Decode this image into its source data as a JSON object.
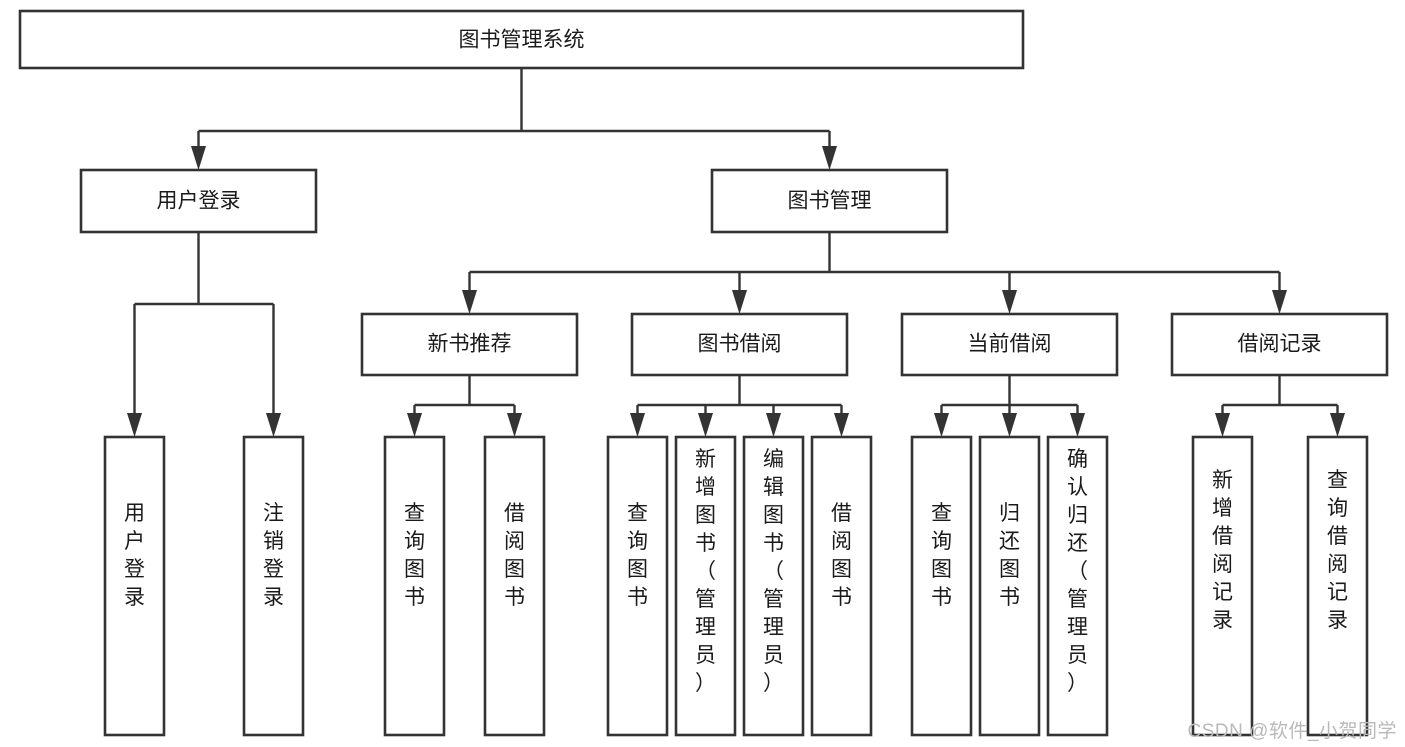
{
  "diagram": {
    "title": "图书管理系统",
    "type": "hierarchy-tree",
    "watermark": "CSDN @软件_小贺同学",
    "colors": {
      "box_stroke": "#333333",
      "box_fill": "#ffffff",
      "text": "#1a1a1a",
      "watermark": "#b9b9b9"
    },
    "levels": {
      "level1": [
        {
          "id": "root",
          "label": "图书管理系统"
        }
      ],
      "level2": [
        {
          "id": "user-login",
          "label": "用户登录",
          "parent": "root"
        },
        {
          "id": "book-management",
          "label": "图书管理",
          "parent": "root"
        }
      ],
      "level3": [
        {
          "id": "new-book-recommend",
          "label": "新书推荐",
          "parent": "book-management"
        },
        {
          "id": "book-borrow",
          "label": "图书借阅",
          "parent": "book-management"
        },
        {
          "id": "current-borrow",
          "label": "当前借阅",
          "parent": "book-management"
        },
        {
          "id": "borrow-record",
          "label": "借阅记录",
          "parent": "book-management"
        }
      ],
      "leaves": [
        {
          "id": "leaf-user-login",
          "label": "用户登录",
          "parent": "user-login"
        },
        {
          "id": "leaf-logout",
          "label": "注销登录",
          "parent": "user-login"
        },
        {
          "id": "leaf-query-book-1",
          "label": "查询图书",
          "parent": "new-book-recommend"
        },
        {
          "id": "leaf-borrow-book-1",
          "label": "借阅图书",
          "parent": "new-book-recommend"
        },
        {
          "id": "leaf-query-book-2",
          "label": "查询图书",
          "parent": "book-borrow"
        },
        {
          "id": "leaf-add-book",
          "label": "新增图书（管理员）",
          "parent": "book-borrow"
        },
        {
          "id": "leaf-edit-book",
          "label": "编辑图书（管理员）",
          "parent": "book-borrow"
        },
        {
          "id": "leaf-borrow-book-2",
          "label": "借阅图书",
          "parent": "book-borrow"
        },
        {
          "id": "leaf-query-book-3",
          "label": "查询图书",
          "parent": "current-borrow"
        },
        {
          "id": "leaf-return-book",
          "label": "归还图书",
          "parent": "current-borrow"
        },
        {
          "id": "leaf-confirm-return",
          "label": "确认归还（管理员）",
          "parent": "current-borrow"
        },
        {
          "id": "leaf-add-record",
          "label": "新增借阅记录",
          "parent": "borrow-record"
        },
        {
          "id": "leaf-query-record",
          "label": "查询借阅记录",
          "parent": "borrow-record"
        }
      ]
    }
  }
}
